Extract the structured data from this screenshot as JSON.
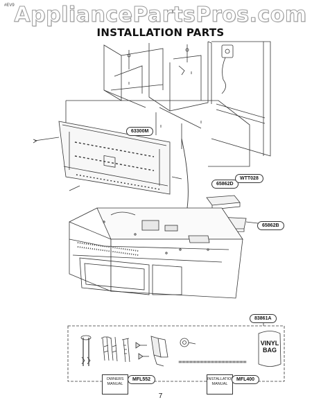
{
  "header": {
    "revision": "#EV9",
    "watermark": "AppliancePartsPros.com",
    "title": "INSTALLATION PARTS"
  },
  "callouts": {
    "mounting_plate": "63300M",
    "holder_a": "65862D",
    "wtt": "WTT028",
    "holder_b": "65862B",
    "parts_kit": "83861A",
    "owners_manual_part": "MFL552",
    "installation_manual_part": "MFL400"
  },
  "manuals": {
    "owners": "OWNERS MANUAL",
    "installation": "INSTALLATION MANUAL"
  },
  "vinyl_bag": {
    "line1": "VINYL",
    "line2": "BAG"
  },
  "footer": {
    "page_number": "7"
  }
}
